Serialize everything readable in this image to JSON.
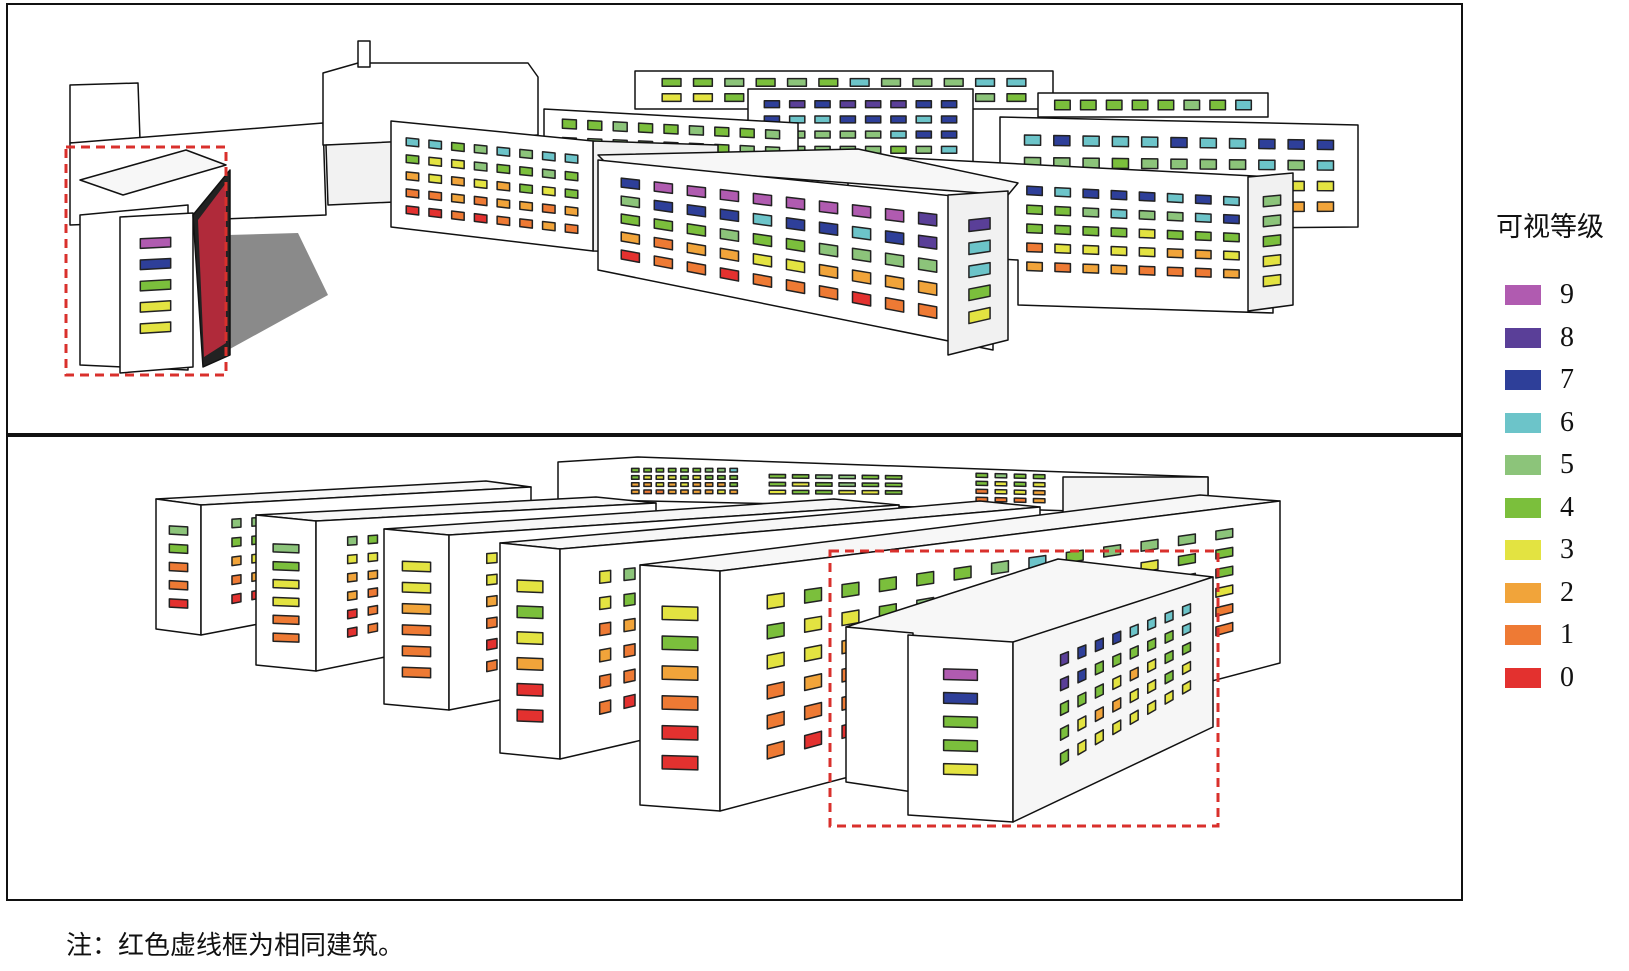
{
  "legend": {
    "title": "可视等级",
    "items": [
      {
        "label": "9",
        "color": "#b05bb0"
      },
      {
        "label": "8",
        "color": "#5a3f98"
      },
      {
        "label": "7",
        "color": "#2e3f99"
      },
      {
        "label": "6",
        "color": "#6cc4c9"
      },
      {
        "label": "5",
        "color": "#8cc47a"
      },
      {
        "label": "4",
        "color": "#7bbf3c"
      },
      {
        "label": "3",
        "color": "#e3e341"
      },
      {
        "label": "2",
        "color": "#f1a43a"
      },
      {
        "label": "1",
        "color": "#ee7a34"
      },
      {
        "label": "0",
        "color": "#e3312f"
      }
    ]
  },
  "note": "注：红色虚线框为相同建筑。",
  "highlight_color": "#d9302c"
}
